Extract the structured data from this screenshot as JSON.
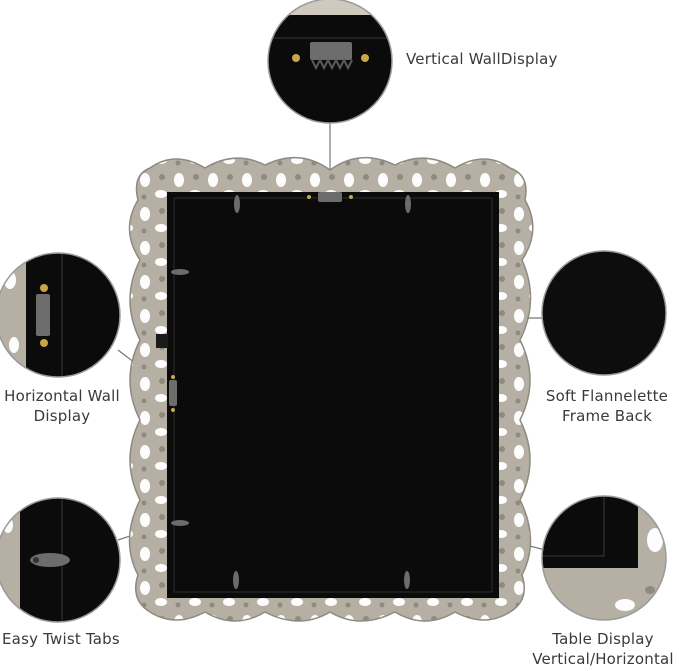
{
  "labels": {
    "vertical_wall": "Vertical WallDisplay",
    "horizontal_wall_line1": "Horizontal Wall",
    "horizontal_wall_line2": "Display",
    "flannel_line1": "Soft Flannelette",
    "flannel_line2": "Frame Back",
    "twist_tabs": "Easy Twist Tabs",
    "table_line1": "Table Display",
    "table_line2": "Vertical/Horizontal"
  },
  "colors": {
    "frame": "#b5b0a3",
    "frame_shadow": "#8e8a80",
    "backing": "#0b0b0b",
    "callout_line": "#777777",
    "text": "#3a3a3a"
  }
}
